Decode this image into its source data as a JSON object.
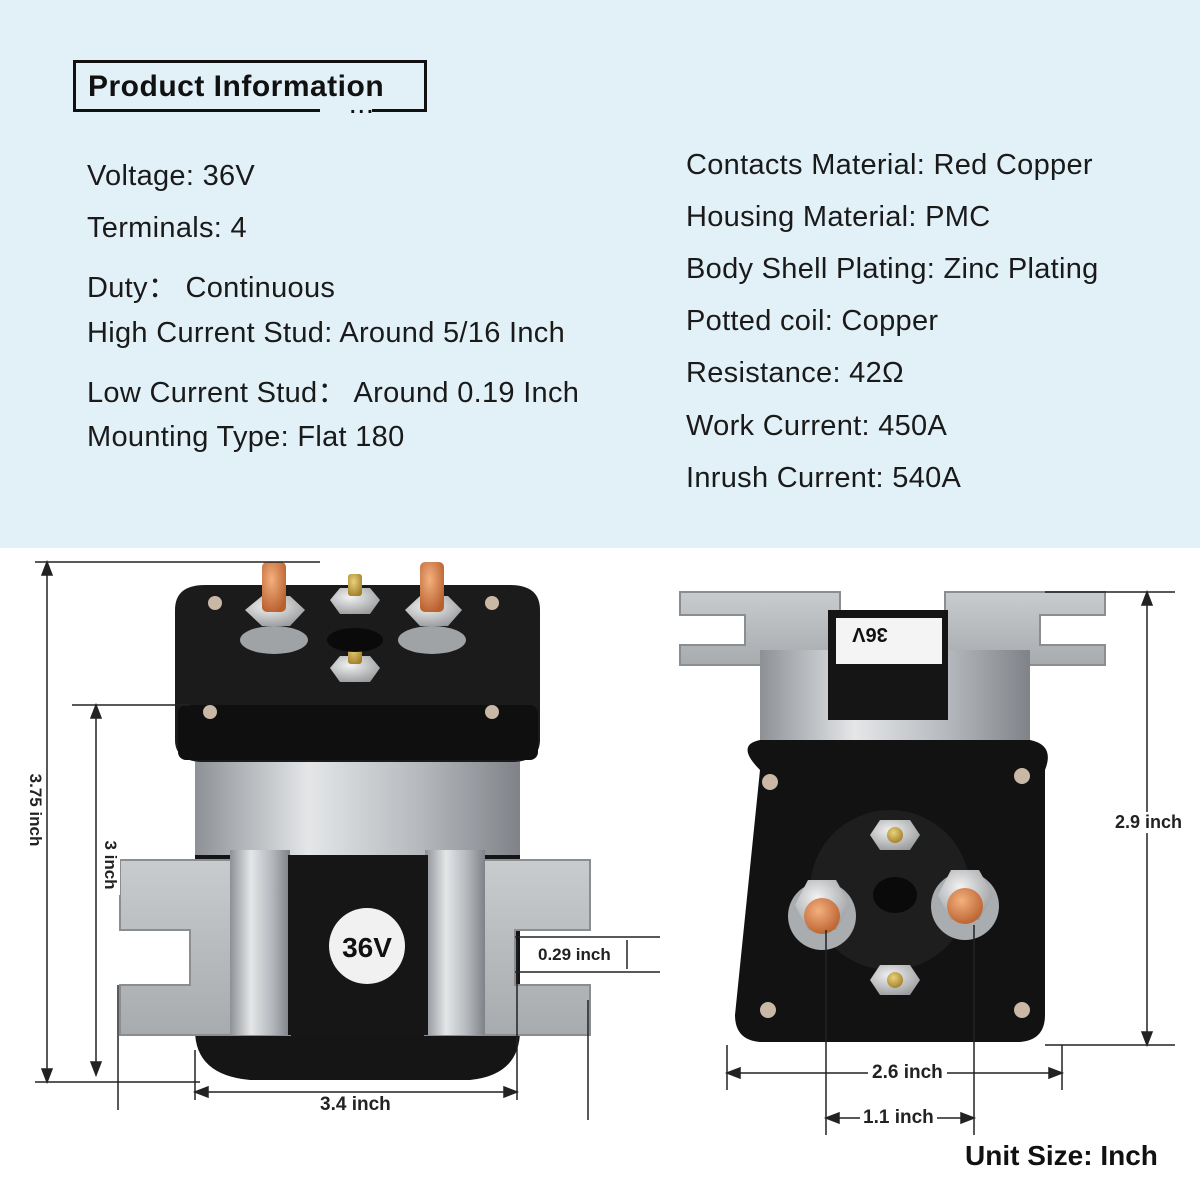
{
  "header": {
    "title": "Product Information",
    "dots": "..."
  },
  "specs_left": [
    "Voltage: 36V",
    "Terminals: 4",
    "Duty： Continuous",
    "High Current Stud: Around 5/16 Inch",
    "Low Current Stud： Around 0.19 Inch",
    "Mounting Type: Flat 180"
  ],
  "specs_right": [
    "Contacts Material: Red Copper",
    "Housing Material: PMC",
    "Body Shell Plating: Zinc Plating",
    "Potted coil: Copper",
    "Resistance: 42Ω",
    "Work Current: 450A",
    "Inrush Current: 540A"
  ],
  "dimensions": {
    "height_total": "3.75 inch",
    "height_body": "3 inch",
    "width_bracket": "3.4 inch",
    "slot_width": "0.29 inch",
    "height_side": "2.9 inch",
    "width_side": "2.6 inch",
    "stud_spacing": "1.1 inch"
  },
  "product": {
    "voltage_badge": "36V",
    "voltage_badge_flipped": "36V"
  },
  "footer": {
    "unit_label": "Unit Size: Inch"
  },
  "colors": {
    "band": "#e2f0f8",
    "body_black": "#141414",
    "metal": "#b9bdc0",
    "copper": "#d47a4a",
    "brass": "#c9a64a"
  }
}
